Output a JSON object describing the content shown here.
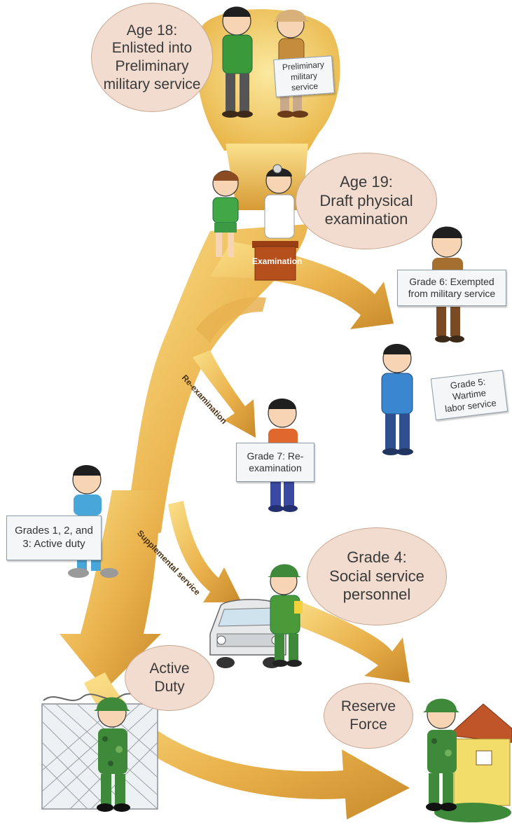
{
  "colors": {
    "arrow_light": "#f6d56c",
    "arrow_dark": "#c98a2a",
    "bubble_fill": "#f2dccf",
    "sign_fill": "#f4f6f8",
    "podium": "#b5501c",
    "camo_green": "#3f8a3a"
  },
  "stages": {
    "age18": "Age 18:\nEnlisted into\nPreliminary\nmilitary service",
    "age19": "Age 19:\nDraft physical\nexamination",
    "grade4": "Grade 4:\nSocial service\npersonnel",
    "active_duty": "Active\nDuty",
    "reserve_force": "Reserve\nForce"
  },
  "signs": {
    "preliminary": "Preliminary\nmilitary service",
    "grade6": "Grade 6: Exempted\nfrom military service",
    "grade5": "Grade 5: Wartime\nlabor service",
    "grade7": "Grade 7: Re-\nexamination",
    "grades123": "Grades 1, 2, and\n3: Active duty"
  },
  "podium_label": "Examination",
  "path_labels": {
    "reexamination": "Re-examination",
    "supplemental": "Supplemental service"
  },
  "icons": [
    "person-icon",
    "doctor-icon",
    "soldier-icon",
    "car-icon",
    "house-icon",
    "fence-icon"
  ]
}
